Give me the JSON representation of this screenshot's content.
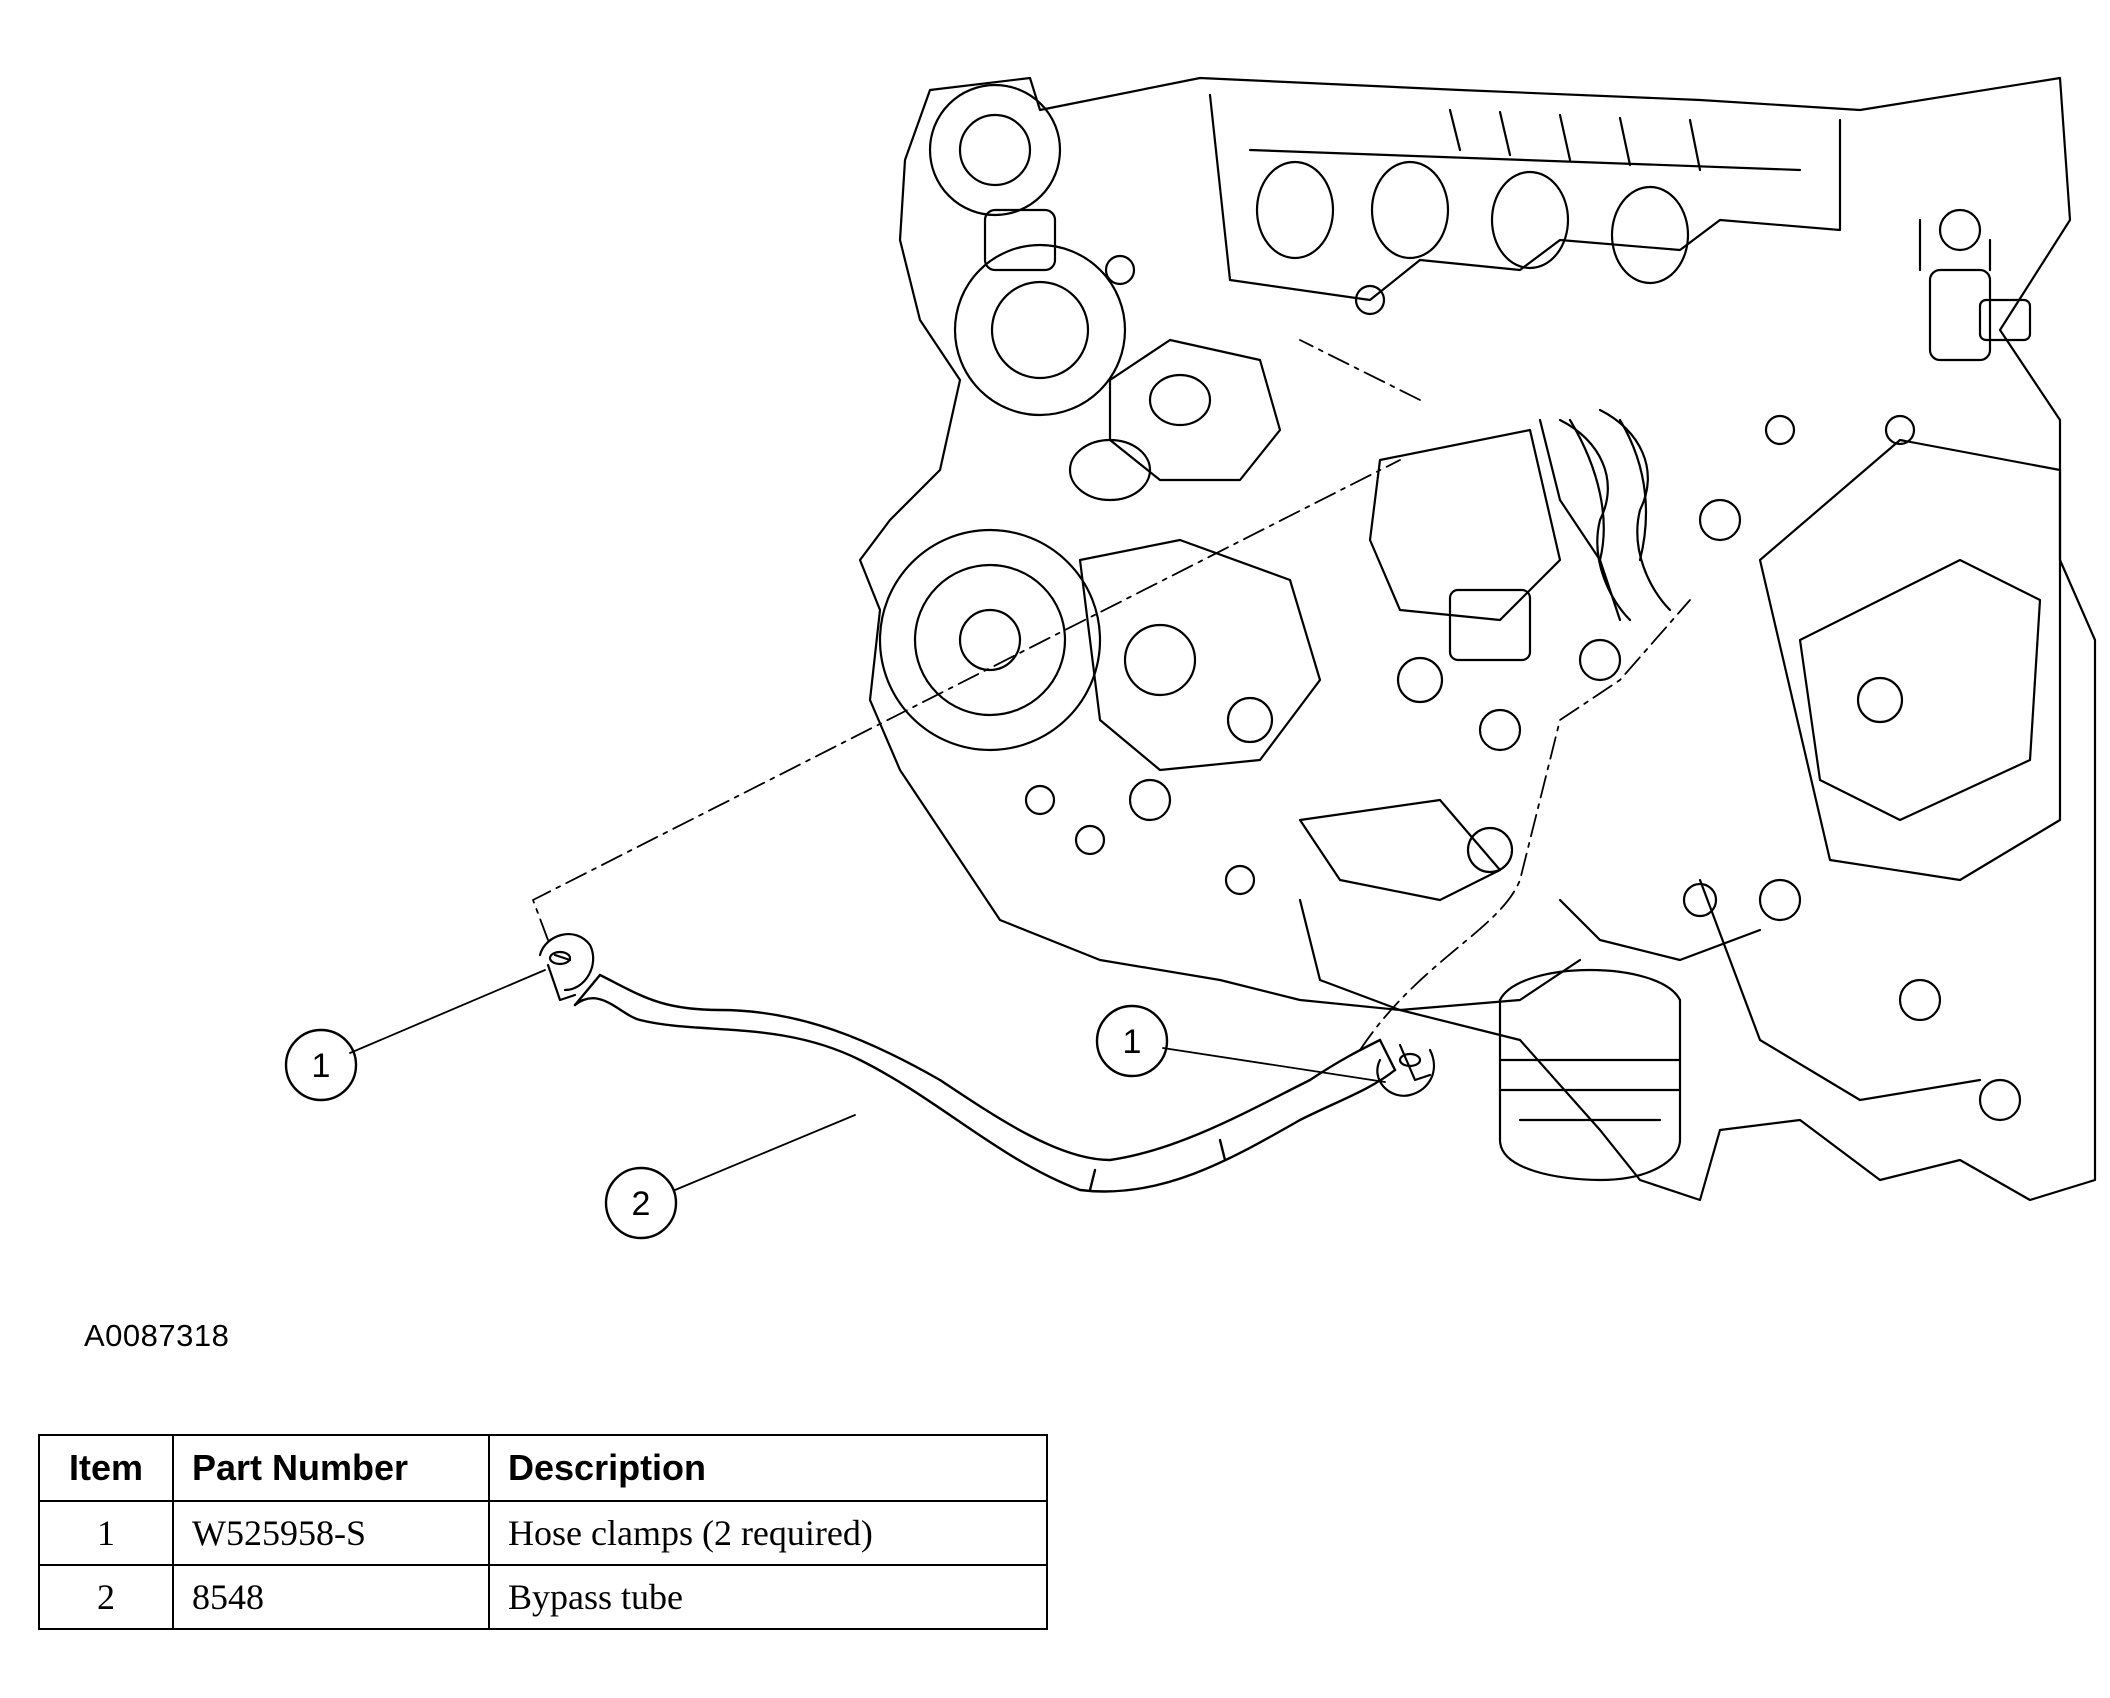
{
  "callouts": {
    "clamp_left": "1",
    "clamp_right": "1",
    "tube": "2"
  },
  "figure_id": "A0087318",
  "table": {
    "headers": [
      "Item",
      "Part Number",
      "Description"
    ],
    "rows": [
      [
        "1",
        "W525958-S",
        "Hose clamps (2 required)"
      ],
      [
        "2",
        "8548",
        "Bypass tube"
      ]
    ]
  },
  "colors": {
    "line": "#000000",
    "background": "#ffffff"
  }
}
